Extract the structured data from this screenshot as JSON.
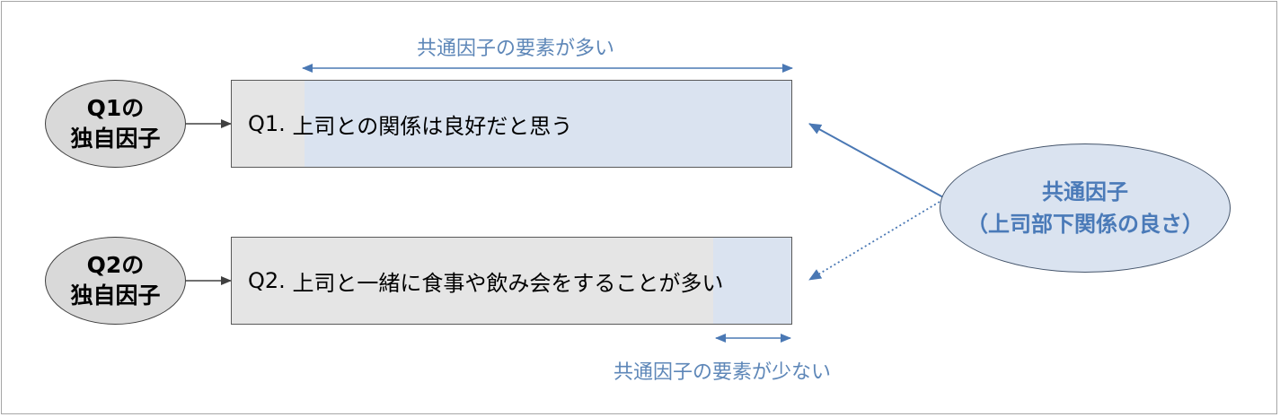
{
  "unique_factors": [
    {
      "line1": "Q1の",
      "line2": "独自因子"
    },
    {
      "line1": "Q2の",
      "line2": "独自因子"
    }
  ],
  "questions": [
    {
      "label": "Q1.",
      "text": "上司との関係は良好だと思う",
      "common_share": 0.87
    },
    {
      "label": "Q2.",
      "text": "上司と一緒に食事や飲み会をすることが多い",
      "common_share": 0.14
    }
  ],
  "common_factor": {
    "line1": "共通因子",
    "line2": "（上司部下関係の良さ）"
  },
  "annotations": {
    "top": "共通因子の要素が多い",
    "bottom": "共通因子の要素が少ない"
  },
  "colors": {
    "common_fill": "#dae3f0",
    "unique_fill": "#e5e5e5",
    "common_text": "#4a7ab8",
    "annotation_text": "#5e87b8",
    "arrow_blue": "#4a78b4"
  }
}
